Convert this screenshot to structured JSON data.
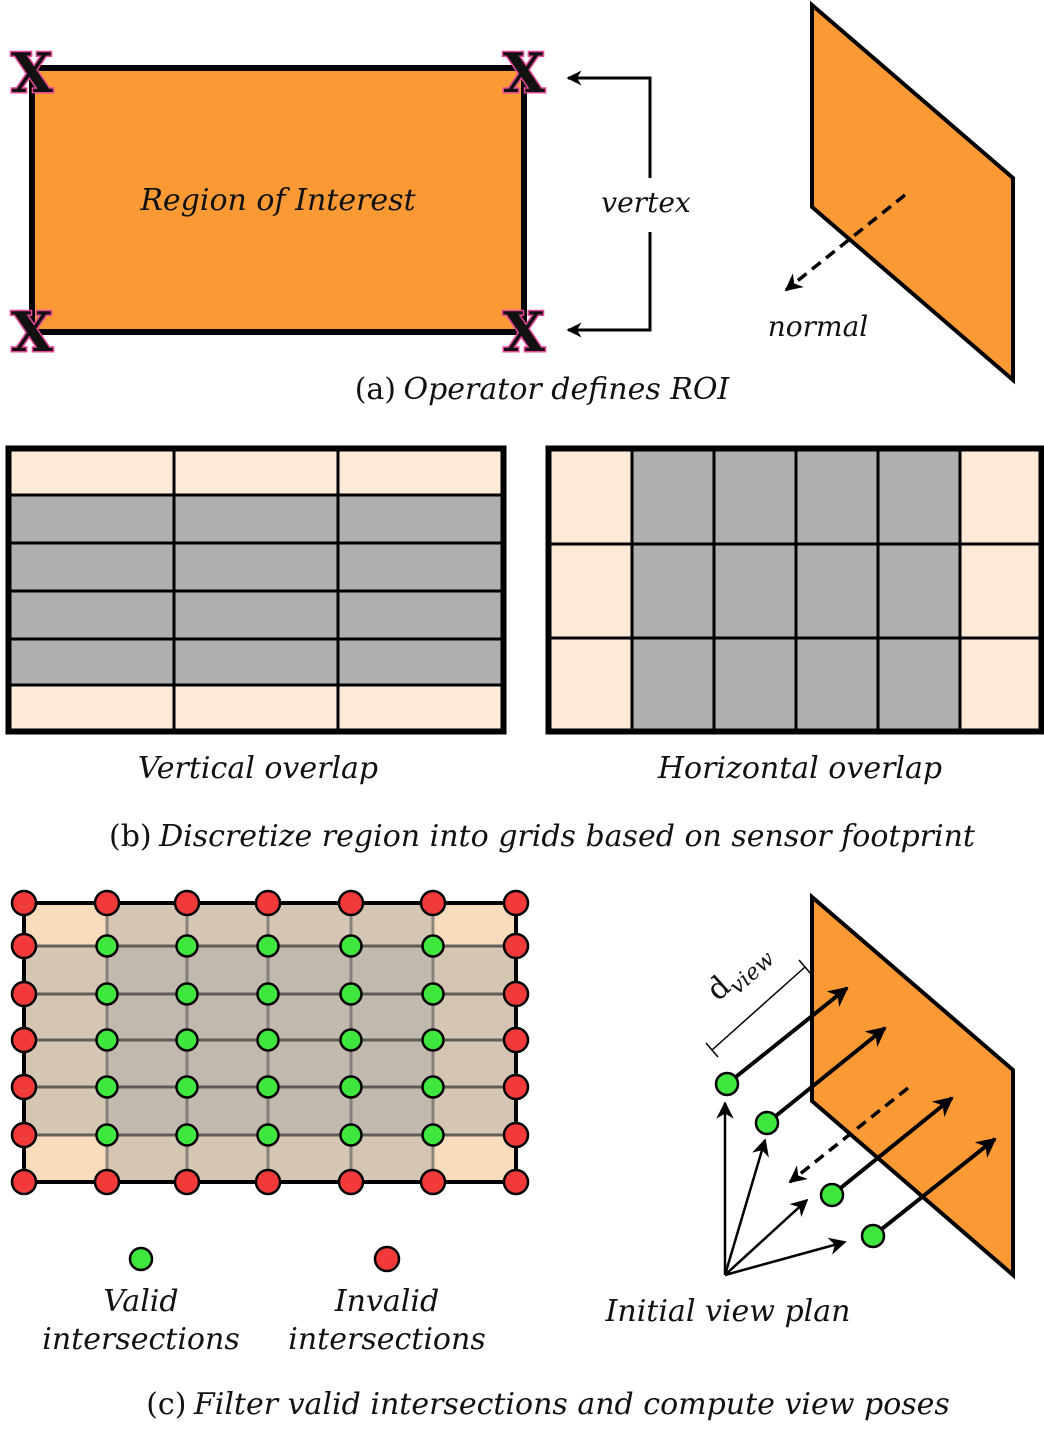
{
  "panel_a": {
    "roi_label": "Region of Interest",
    "vertex_label": "vertex",
    "normal_label": "normal",
    "caption_prefix": "(a)",
    "caption_text": "Operator defines ROI",
    "vertex_marker": "X"
  },
  "panel_b": {
    "left_label": "Vertical overlap",
    "right_label": "Horizontal overlap",
    "caption_prefix": "(b)",
    "caption_text": "Discretize region into grids based on sensor footprint"
  },
  "panel_c": {
    "valid_label_line1": "Valid",
    "valid_label_line2": "intersections",
    "invalid_label_line1": "Invalid",
    "invalid_label_line2": "intersections",
    "dview_main": "d",
    "dview_sub": "view",
    "view_plan_label": "Initial view plan",
    "caption_prefix": "(c)",
    "caption_text": "Filter valid intersections and compute view poses"
  },
  "colors": {
    "roi_orange": "#fb9a35",
    "pale_cell": "#fdebd8",
    "gray_cell": "#afafaf",
    "valid_green": "#3ee63e",
    "invalid_red": "#f23a3a",
    "vertex_pink": "#e8479a"
  }
}
